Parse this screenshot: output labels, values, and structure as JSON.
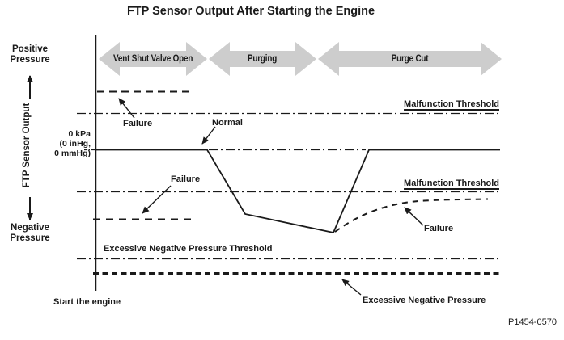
{
  "title": "FTP Sensor Output After Starting the Engine",
  "axis": {
    "positive_label": "Positive\nPressure",
    "axis_label": "FTP Sensor Output",
    "negative_label": "Negative\nPressure",
    "zero_label": "0 kPa\n(0 inHg,\n0 mmHg)",
    "origin_label": "Start the engine"
  },
  "phases": [
    {
      "label": "Vent Shut Valve Open"
    },
    {
      "label": "Purging"
    },
    {
      "label": "Purge Cut"
    }
  ],
  "annotations": {
    "failure": "Failure",
    "normal": "Normal",
    "malfunction_threshold": "Malfunction Threshold",
    "excessive_negative_pressure_threshold": "Excessive Negative Pressure Threshold",
    "excessive_negative_pressure": "Excessive Negative Pressure",
    "figure_id": "P1454-0570"
  },
  "colors": {
    "line_black": "#1a1a1a",
    "phase_arrow_gray": "#cdcdcd",
    "background": "#ffffff"
  },
  "figure": {
    "type": "qualitative-line-diagram",
    "x_progression": [
      "Vent Shut Valve Open",
      "Purging",
      "Purge Cut"
    ],
    "y_axis": "FTP Sensor Output (Positive Pressure up, Negative Pressure down, 0 kPa baseline)",
    "traces": [
      {
        "name": "Normal",
        "style": "solid",
        "description": "Holds 0 kPa during Vent Shut Valve Open, dips to negative pressure during Purging, returns to 0 kPa during Purge Cut"
      },
      {
        "name": "Failure (stuck positive)",
        "style": "dashed",
        "description": "Flat line above upper Malfunction Threshold during Vent Shut Valve Open"
      },
      {
        "name": "Failure (stuck negative)",
        "style": "dashed",
        "description": "Flat line below lower Malfunction Threshold during Vent Shut Valve Open / Purging"
      },
      {
        "name": "Failure (slow recovery)",
        "style": "dashed",
        "description": "During Purge Cut rises from dip but levels off just below lower Malfunction Threshold"
      }
    ],
    "thresholds": [
      {
        "name": "Malfunction Threshold (upper)",
        "style": "dash-dot",
        "position": "above 0 kPa"
      },
      {
        "name": "Malfunction Threshold (lower)",
        "style": "dash-dot",
        "position": "below 0 kPa"
      },
      {
        "name": "Excessive Negative Pressure Threshold",
        "style": "dash-dot",
        "position": "deep negative"
      },
      {
        "name": "Excessive Negative Pressure",
        "style": "bold-dashed",
        "position": "deepest negative line"
      }
    ]
  }
}
